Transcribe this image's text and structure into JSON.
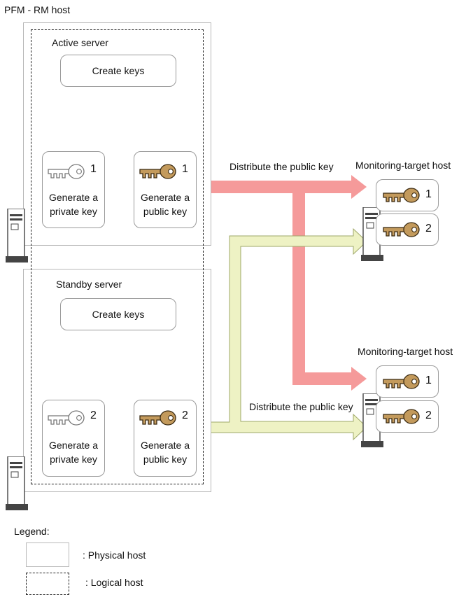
{
  "pfm_host_label": "PFM - RM host",
  "active": {
    "title": "Active server",
    "create_keys": "Create keys",
    "private_key": {
      "number": "1",
      "line1": "Generate a",
      "line2": "private key"
    },
    "public_key": {
      "number": "1",
      "line1": "Generate a",
      "line2": "public key"
    }
  },
  "standby": {
    "title": "Standby server",
    "create_keys": "Create keys",
    "private_key": {
      "number": "2",
      "line1": "Generate a",
      "line2": "private key"
    },
    "public_key": {
      "number": "2",
      "line1": "Generate a",
      "line2": "public key"
    }
  },
  "distribute_label_top": "Distribute the public key",
  "distribute_label_bottom": "Distribute the public key",
  "target_top": {
    "title": "Monitoring-target host",
    "key1": "1",
    "key2": "2"
  },
  "target_bottom": {
    "title": "Monitoring-target host",
    "key1": "1",
    "key2": "2"
  },
  "legend": {
    "title": "Legend:",
    "physical": ": Physical host",
    "logical": ": Logical host"
  },
  "colors": {
    "active_arrow": "#f59a9a",
    "standby_arrow": "#eef2c4",
    "standby_arrow_stroke": "#9fa86a",
    "public_key_fill": "#c39a5c",
    "private_key_fill": "#ffffff"
  }
}
